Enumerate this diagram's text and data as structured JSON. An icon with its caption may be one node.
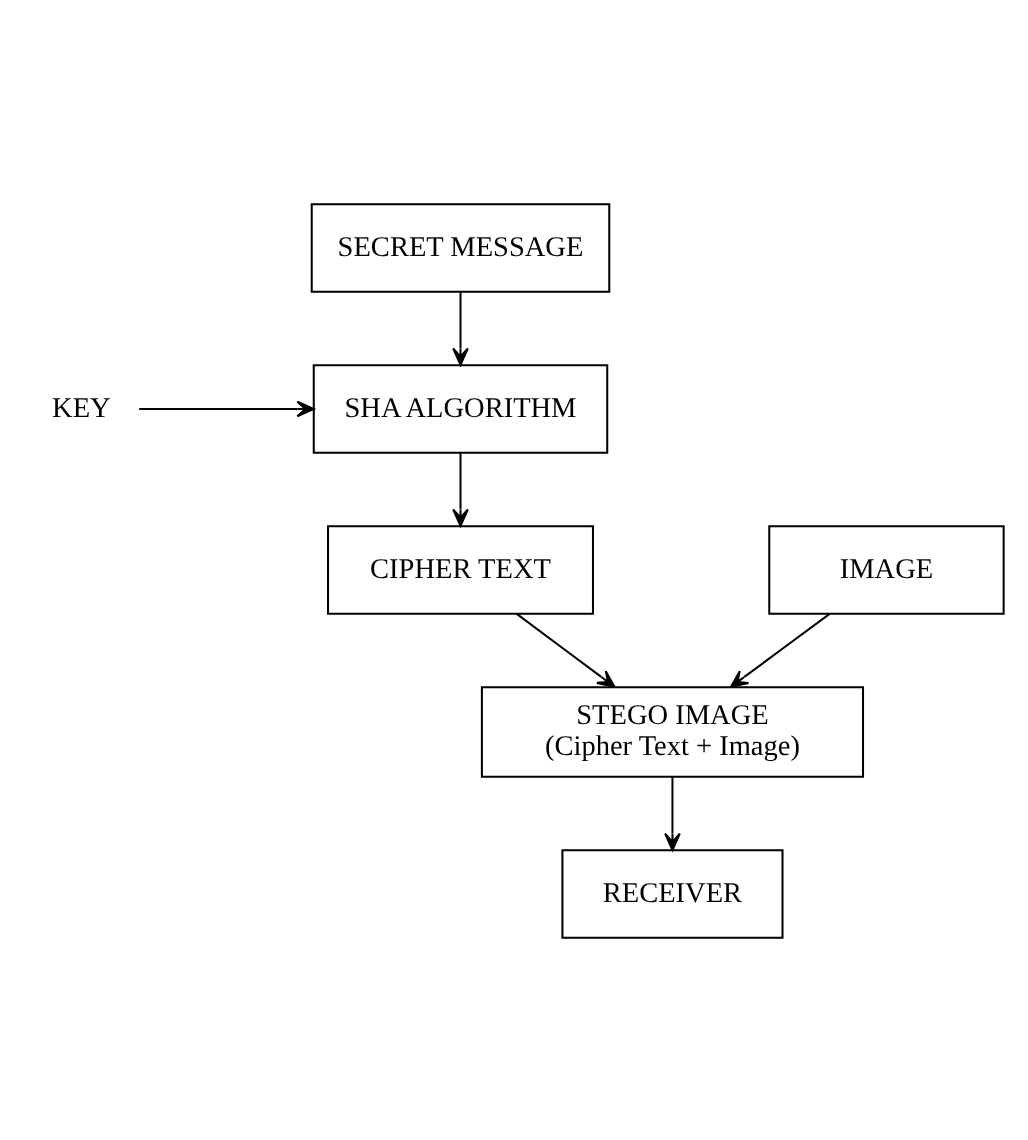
{
  "diagram": {
    "nodes": [
      {
        "text": [
          "SECRET MESSAGE"
        ]
      },
      {
        "text": [
          "SHA ALGORITHM"
        ]
      },
      {
        "text": [
          "KEY"
        ]
      },
      {
        "text": [
          "CIPHER TEXT"
        ]
      },
      {
        "text": [
          "IMAGE"
        ]
      },
      {
        "text": [
          "STEGO IMAGE",
          "(Cipher Text + Image)"
        ]
      },
      {
        "text": [
          "RECEIVER"
        ]
      }
    ],
    "edges": [
      {
        "from": 0,
        "to": 1,
        "arrow": "to"
      },
      {
        "from": 2,
        "to": 1,
        "arrow": "to"
      },
      {
        "from": 1,
        "to": 3,
        "arrow": "to"
      },
      {
        "from": 3,
        "to": 5,
        "arrow": "to"
      },
      {
        "from": 4,
        "to": 5,
        "arrow": "to"
      },
      {
        "from": 5,
        "to": 6,
        "arrow": "to"
      }
    ]
  }
}
